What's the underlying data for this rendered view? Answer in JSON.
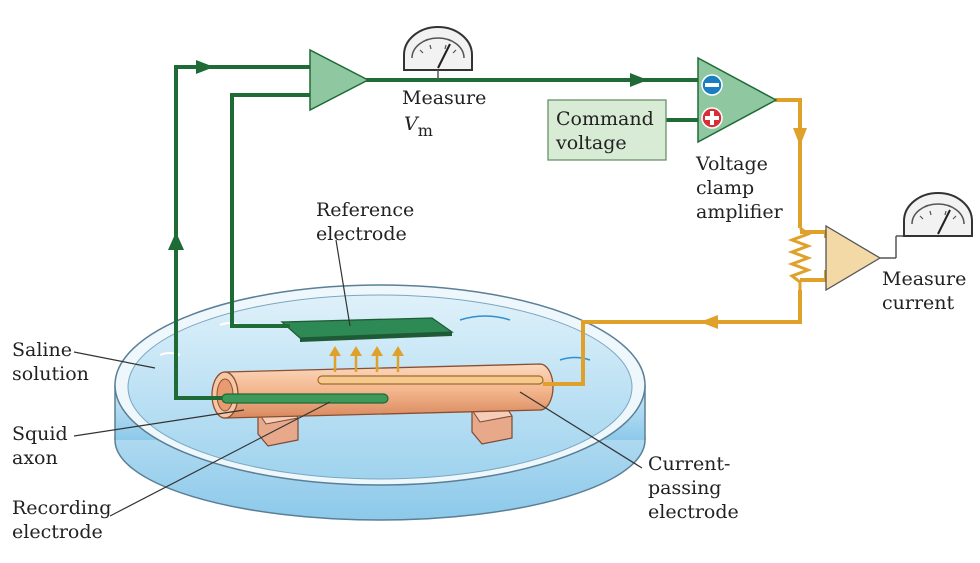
{
  "labels": {
    "measure_vm": {
      "line1": "Measure",
      "v": "V",
      "m": "m"
    },
    "command_voltage": {
      "line1": "Command",
      "line2": "voltage"
    },
    "voltage_clamp_amplifier": {
      "line1": "Voltage",
      "line2": "clamp",
      "line3": "amplifier"
    },
    "reference_electrode": {
      "line1": "Reference",
      "line2": "electrode"
    },
    "measure_current": {
      "line1": "Measure",
      "line2": "current"
    },
    "saline_solution": {
      "line1": "Saline",
      "line2": "solution"
    },
    "squid_axon": {
      "line1": "Squid",
      "line2": "axon"
    },
    "recording_electrode": {
      "line1": "Recording",
      "line2": "electrode"
    },
    "current_passing_electrode": {
      "line1": "Current-",
      "line2": "passing",
      "line3": "electrode"
    }
  },
  "colors": {
    "voltage_wire": "#1f6b35",
    "current_wire": "#e0a12a",
    "amplifier_green": "#8fc8a0",
    "amplifier_tan": "#f3d9a6",
    "saline": "#bfe2f3",
    "axon": "#f3b58c",
    "minus_badge": "#1a7fc1",
    "plus_badge": "#d72f3a"
  },
  "icons": {
    "voltmeter": "meter-icon",
    "ammeter": "meter-icon",
    "minus": "minus-icon",
    "plus": "plus-icon",
    "resistor": "resistor-icon"
  }
}
